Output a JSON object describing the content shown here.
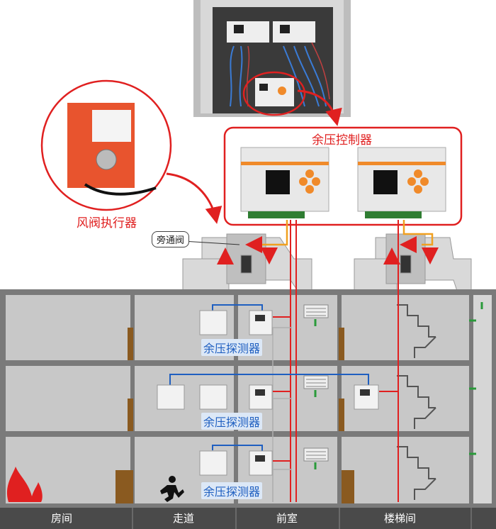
{
  "labels": {
    "controller": "余压控制器",
    "damper_actuator": "风阀执行器",
    "bypass_valve": "旁通阀",
    "detector": "余压探测器"
  },
  "rooms": [
    "房间",
    "走道",
    "前室",
    "楼梯间"
  ],
  "colors": {
    "red": "#e02020",
    "blue": "#1f5fc0",
    "wall": "#7a7a7a",
    "room_fill": "#c8c8c8",
    "bottom_bar": "#4a4a4a"
  }
}
